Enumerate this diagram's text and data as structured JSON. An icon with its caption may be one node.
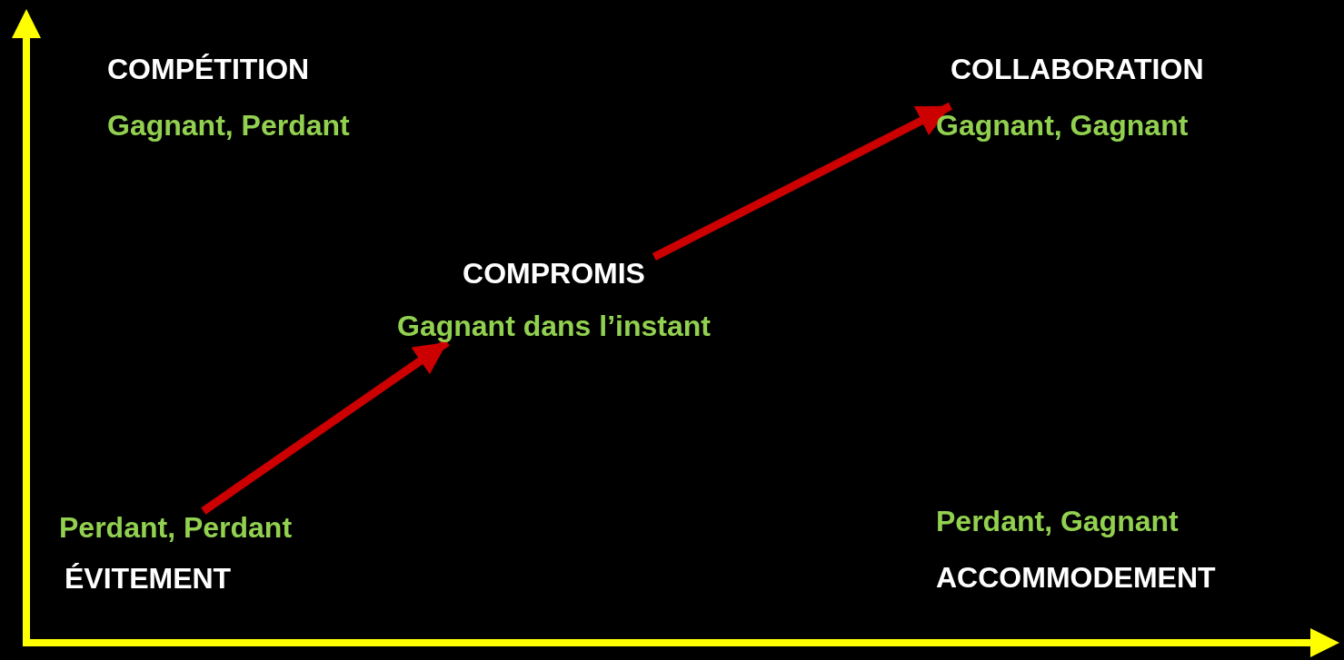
{
  "diagram": {
    "nodes": [
      {
        "text": [
          "COMPÉTITION",
          "Gagnant, Perdant"
        ]
      },
      {
        "text": [
          "COLLABORATION",
          "Gagnant, Gagnant"
        ]
      },
      {
        "text": [
          "COMPROMIS",
          "Gagnant dans l’instant"
        ]
      },
      {
        "text": [
          "Perdant, Perdant",
          "ÉVITEMENT"
        ]
      },
      {
        "text": [
          "Perdant, Gagnant",
          "ACCOMMODEMENT"
        ]
      }
    ],
    "edges": [
      {
        "from": 3,
        "to": 2,
        "arrow": "to"
      },
      {
        "from": 2,
        "to": 1,
        "arrow": "to"
      }
    ]
  }
}
